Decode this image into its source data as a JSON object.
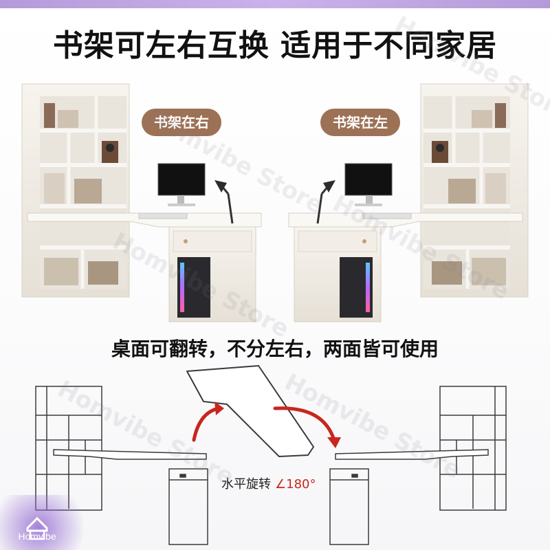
{
  "headline": "书架可左右互换 适用于不同家居",
  "labels": {
    "shelf_right": "书架在右",
    "shelf_left": "书架在左"
  },
  "subheadline": "桌面可翻转，不分左右，两面皆可使用",
  "rotation": {
    "text": "水平旋转",
    "angle": "∠180°"
  },
  "watermark": "Homvibe Store",
  "logo_text": "Homvibe",
  "colors": {
    "pill": "#9c7155",
    "arrow": "#c8261e",
    "desk": "#f3efe8",
    "line": "#3a3a3a"
  }
}
